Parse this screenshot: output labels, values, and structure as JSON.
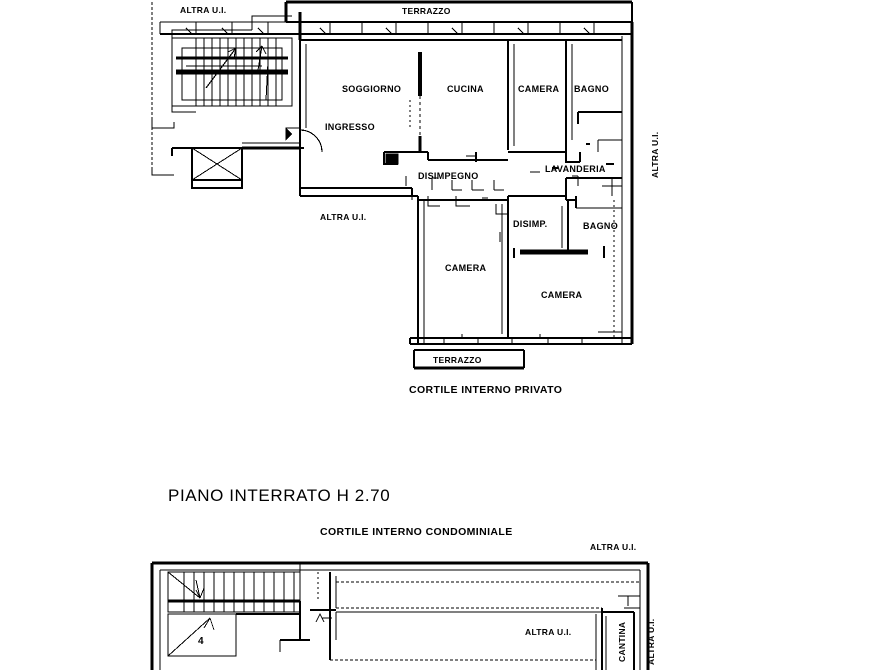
{
  "document": {
    "kind": "architectural-floor-plan",
    "language": "it",
    "ink_color": "#000000",
    "paper_color": "#ffffff"
  },
  "upper_plan": {
    "name": "planimetria-piano-appartamento",
    "labels": {
      "altra_ui_top_left": "ALTRA U.I.",
      "terrazzo_top": "TERRAZZO",
      "soggiorno": "SOGGIORNO",
      "cucina": "CUCINA",
      "camera_top": "CAMERA",
      "bagno_top": "BAGNO",
      "ingresso": "INGRESSO",
      "disimpegno": "DISIMPEGNO",
      "lavanderia": "LAVANDERIA",
      "altra_ui_right": "ALTRA U.I.",
      "altra_ui_center": "ALTRA U.I.",
      "disimp": "DISIMP.",
      "bagno_bottom": "BAGNO",
      "camera_left": "CAMERA",
      "camera_right": "CAMERA",
      "terrazzo_bottom": "TERRAZZO",
      "cortile_interno_privato": "CORTILE INTERNO PRIVATO"
    }
  },
  "lower_plan": {
    "name": "planimetria-piano-interrato",
    "title": "PIANO INTERRATO  H 2.70",
    "labels": {
      "cortile_interno_condominiale": "CORTILE INTERNO CONDOMINIALE",
      "altra_ui_top_right": "ALTRA U.I.",
      "altra_ui_interior": "ALTRA U.I.",
      "cantina": "CANTINA",
      "altra_ui_far_right": "ALTRA U.I.",
      "stair_marker": "4"
    }
  }
}
